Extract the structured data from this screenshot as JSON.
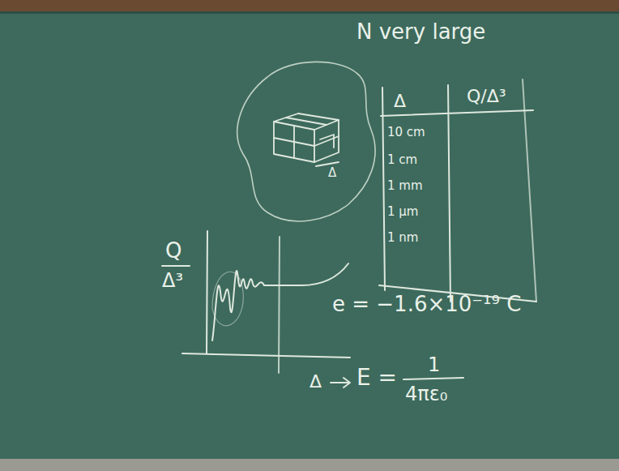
{
  "diagram": {
    "labels": [
      "N very large",
      "Δ",
      "Δ",
      "Q/Δ³",
      "10 cm",
      "1 cm",
      "1 mm",
      "1 μm",
      "1 nm",
      "Q",
      "Δ³",
      "e = −1.6×10⁻¹⁹ C",
      "Δ",
      "E =",
      "1",
      "4πε₀"
    ]
  }
}
